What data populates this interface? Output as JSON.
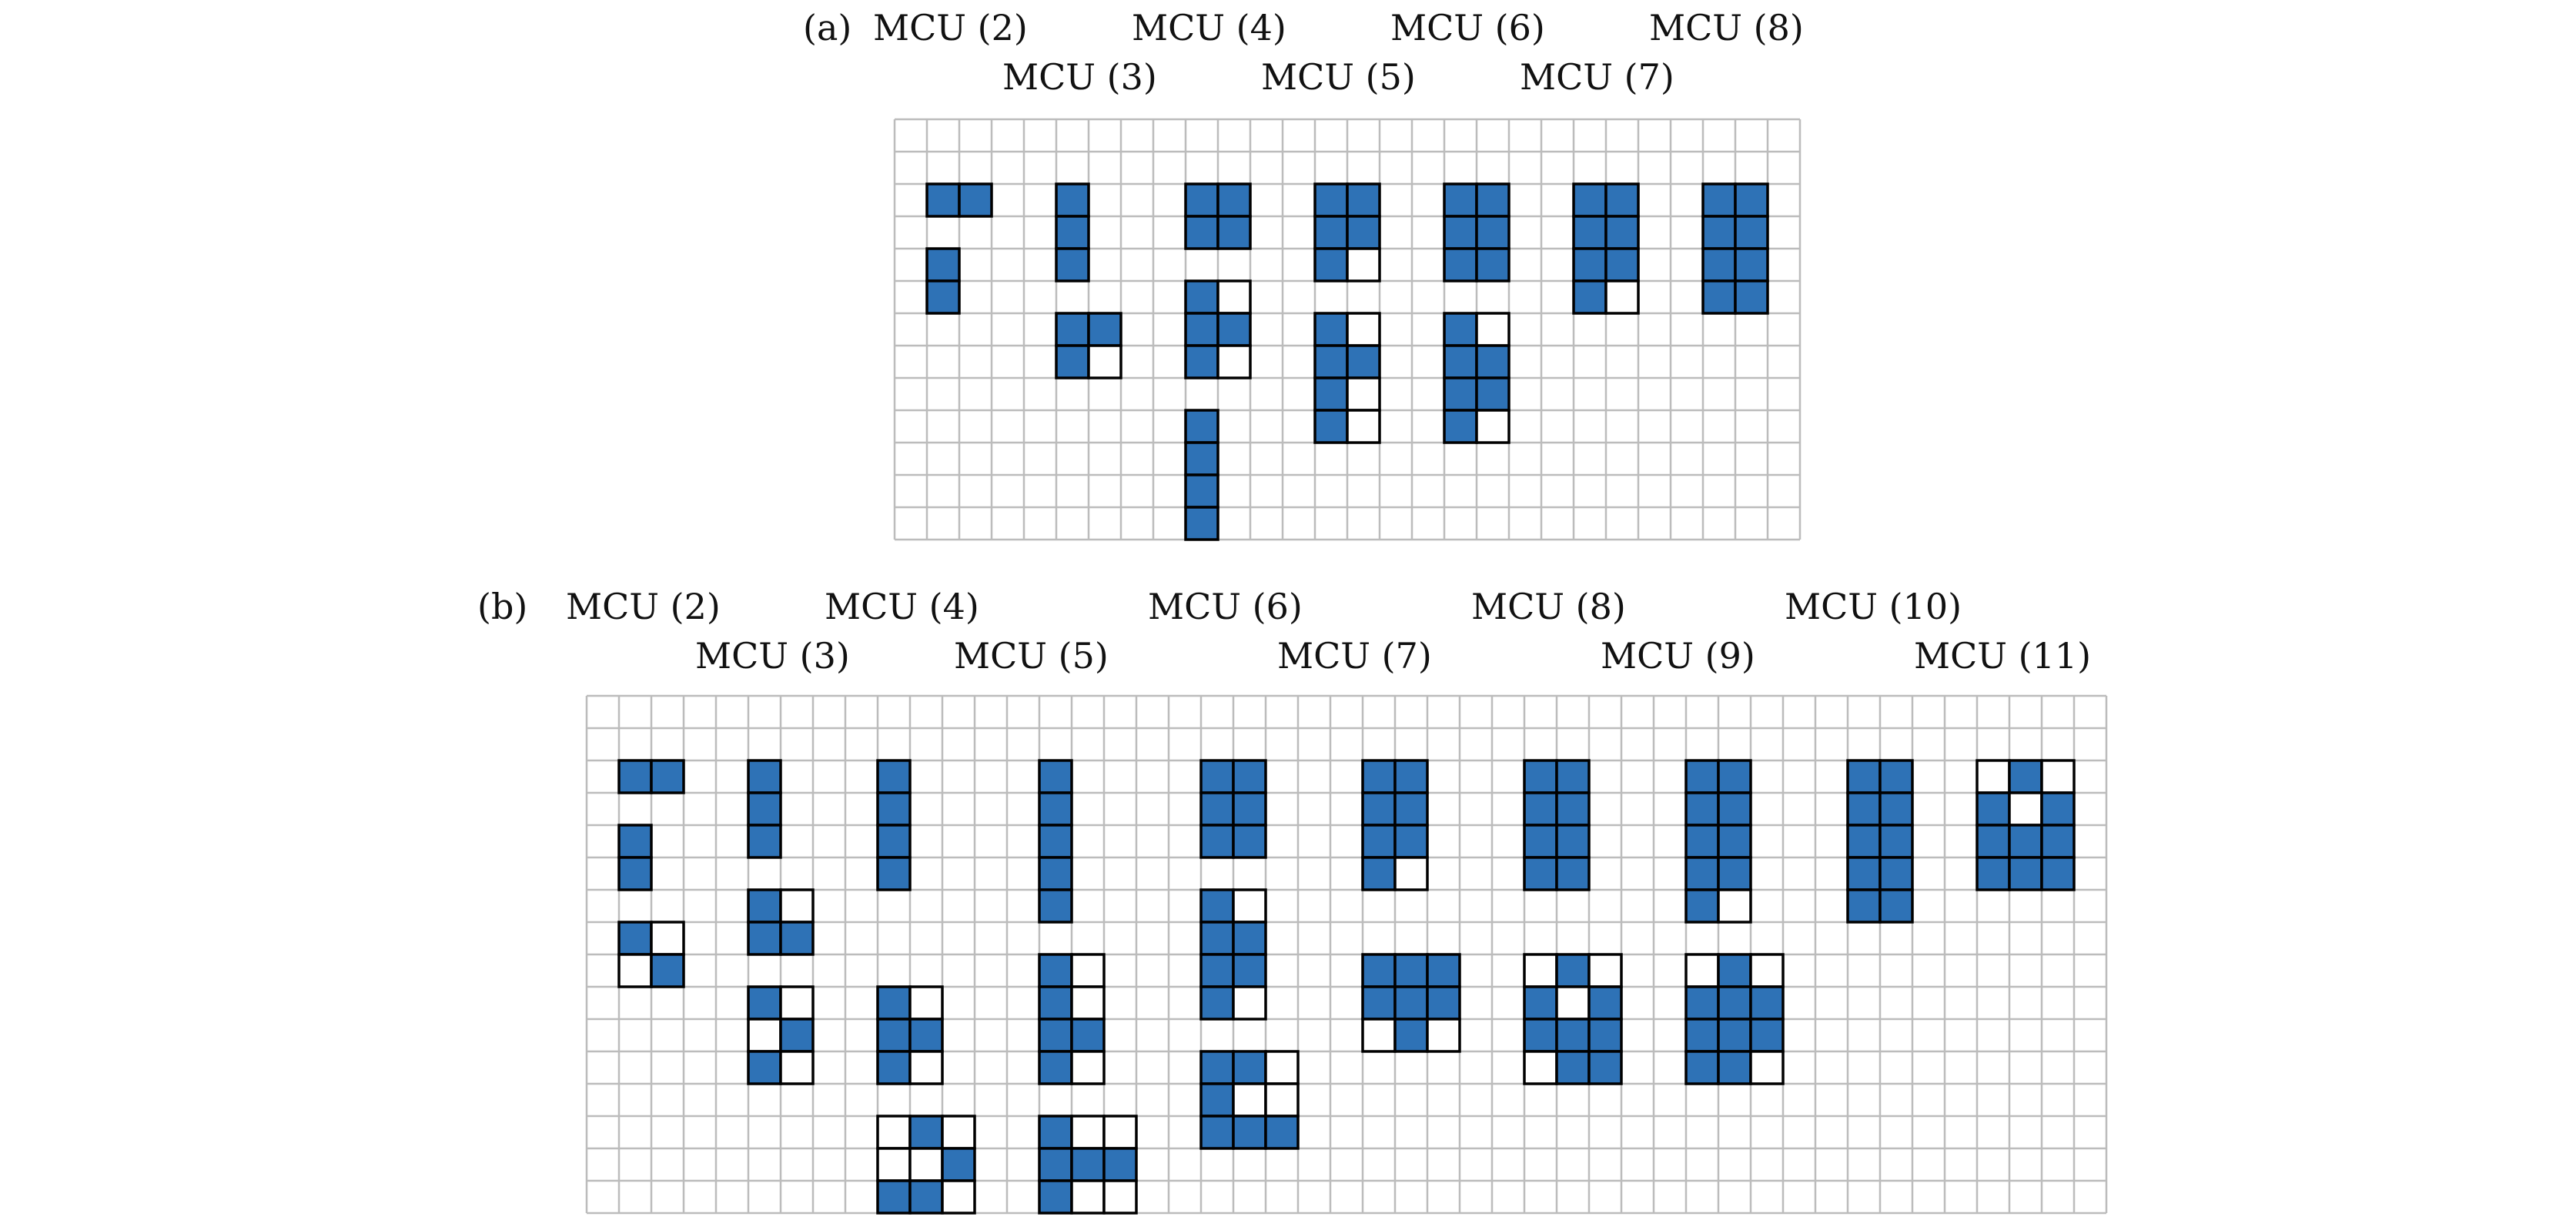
{
  "colors": {
    "filled": "#2e72b6",
    "empty_cell": "#ffffff",
    "grid_line": "#bcbcbc",
    "cell_outline": "#000000"
  },
  "panels": [
    {
      "id": "a",
      "tag": "(a)",
      "grid": {
        "cols": 28,
        "rows": 13
      },
      "labels": [
        "MCU (2)",
        "MCU (3)",
        "MCU (4)",
        "MCU (5)",
        "MCU (6)",
        "MCU (7)",
        "MCU (8)"
      ],
      "shapes": [
        {
          "name": "MCU (2)",
          "col": 1,
          "row": 2,
          "pattern": [
            "XX"
          ]
        },
        {
          "name": "MCU (2)",
          "col": 1,
          "row": 4,
          "pattern": [
            "X",
            "X"
          ]
        },
        {
          "name": "MCU (3)",
          "col": 5,
          "row": 2,
          "pattern": [
            "X",
            "X",
            "X"
          ]
        },
        {
          "name": "MCU (3)",
          "col": 5,
          "row": 6,
          "pattern": [
            "XX",
            "XO"
          ]
        },
        {
          "name": "MCU (4)",
          "col": 9,
          "row": 2,
          "pattern": [
            "XX",
            "XX"
          ]
        },
        {
          "name": "MCU (4)",
          "col": 9,
          "row": 5,
          "pattern": [
            "XO",
            "XX",
            "XO"
          ]
        },
        {
          "name": "MCU (4)",
          "col": 9,
          "row": 9,
          "pattern": [
            "X",
            "X",
            "X",
            "X"
          ]
        },
        {
          "name": "MCU (5)",
          "col": 13,
          "row": 2,
          "pattern": [
            "XX",
            "XX",
            "XO"
          ]
        },
        {
          "name": "MCU (5)",
          "col": 13,
          "row": 6,
          "pattern": [
            "XO",
            "XX",
            "XO",
            "XO"
          ]
        },
        {
          "name": "MCU (6)",
          "col": 17,
          "row": 2,
          "pattern": [
            "XX",
            "XX",
            "XX"
          ]
        },
        {
          "name": "MCU (6)",
          "col": 17,
          "row": 6,
          "pattern": [
            "XO",
            "XX",
            "XX",
            "XO"
          ]
        },
        {
          "name": "MCU (7)",
          "col": 21,
          "row": 2,
          "pattern": [
            "XX",
            "XX",
            "XX",
            "XO"
          ]
        },
        {
          "name": "MCU (8)",
          "col": 25,
          "row": 2,
          "pattern": [
            "XX",
            "XX",
            "XX",
            "XX"
          ]
        }
      ]
    },
    {
      "id": "b",
      "tag": "(b)",
      "grid": {
        "cols": 47,
        "rows": 16
      },
      "labels": [
        "MCU (2)",
        "MCU (3)",
        "MCU (4)",
        "MCU (5)",
        "MCU (6)",
        "MCU (7)",
        "MCU (8)",
        "MCU (9)",
        "MCU (10)",
        "MCU (11)"
      ],
      "shapes": [
        {
          "name": "MCU (2)",
          "col": 1,
          "row": 2,
          "pattern": [
            "XX"
          ]
        },
        {
          "name": "MCU (2)",
          "col": 1,
          "row": 4,
          "pattern": [
            "X",
            "X"
          ]
        },
        {
          "name": "MCU (2)",
          "col": 1,
          "row": 7,
          "pattern": [
            "XO",
            "OX"
          ]
        },
        {
          "name": "MCU (3)",
          "col": 5,
          "row": 2,
          "pattern": [
            "X",
            "X",
            "X"
          ]
        },
        {
          "name": "MCU (3)",
          "col": 5,
          "row": 6,
          "pattern": [
            "XO",
            "XX"
          ]
        },
        {
          "name": "MCU (3)",
          "col": 5,
          "row": 9,
          "pattern": [
            "XO",
            "OX",
            "XO"
          ]
        },
        {
          "name": "MCU (4)",
          "col": 9,
          "row": 2,
          "pattern": [
            "X",
            "X",
            "X",
            "X"
          ]
        },
        {
          "name": "MCU (4)",
          "col": 9,
          "row": 9,
          "pattern": [
            "XO",
            "XX",
            "XO"
          ]
        },
        {
          "name": "MCU (4)",
          "col": 9,
          "row": 13,
          "pattern": [
            "OXO",
            "OOX",
            "XXO"
          ]
        },
        {
          "name": "MCU (5)",
          "col": 14,
          "row": 2,
          "pattern": [
            "X",
            "X",
            "X",
            "X",
            "X"
          ]
        },
        {
          "name": "MCU (5)",
          "col": 14,
          "row": 8,
          "pattern": [
            "XO",
            "XO",
            "XX",
            "XO"
          ]
        },
        {
          "name": "MCU (5)",
          "col": 14,
          "row": 13,
          "pattern": [
            "XOO",
            "XXX",
            "XOO"
          ]
        },
        {
          "name": "MCU (6)",
          "col": 19,
          "row": 2,
          "pattern": [
            "XX",
            "XX",
            "XX"
          ]
        },
        {
          "name": "MCU (6)",
          "col": 19,
          "row": 6,
          "pattern": [
            "XO",
            "XX",
            "XX",
            "XO"
          ]
        },
        {
          "name": "MCU (6)",
          "col": 19,
          "row": 11,
          "pattern": [
            "XXO",
            "XOO",
            "XXX"
          ]
        },
        {
          "name": "MCU (7)",
          "col": 24,
          "row": 2,
          "pattern": [
            "XX",
            "XX",
            "XX",
            "XO"
          ]
        },
        {
          "name": "MCU (7)",
          "col": 24,
          "row": 8,
          "pattern": [
            "XXX",
            "XXX",
            "OXO"
          ]
        },
        {
          "name": "MCU (8)",
          "col": 29,
          "row": 2,
          "pattern": [
            "XX",
            "XX",
            "XX",
            "XX"
          ]
        },
        {
          "name": "MCU (8)",
          "col": 29,
          "row": 8,
          "pattern": [
            "OXO",
            "XOX",
            "XXX",
            "OXX"
          ]
        },
        {
          "name": "MCU (9)",
          "col": 34,
          "row": 2,
          "pattern": [
            "XX",
            "XX",
            "XX",
            "XX",
            "XO"
          ]
        },
        {
          "name": "MCU (9)",
          "col": 34,
          "row": 8,
          "pattern": [
            "OXO",
            "XXX",
            "XXX",
            "XXO"
          ]
        },
        {
          "name": "MCU (10)",
          "col": 39,
          "row": 2,
          "pattern": [
            "XX",
            "XX",
            "XX",
            "XX",
            "XX"
          ]
        },
        {
          "name": "MCU (11)",
          "col": 43,
          "row": 2,
          "pattern": [
            "OXO",
            "XOX",
            "XXX",
            "XXX"
          ]
        }
      ]
    }
  ]
}
